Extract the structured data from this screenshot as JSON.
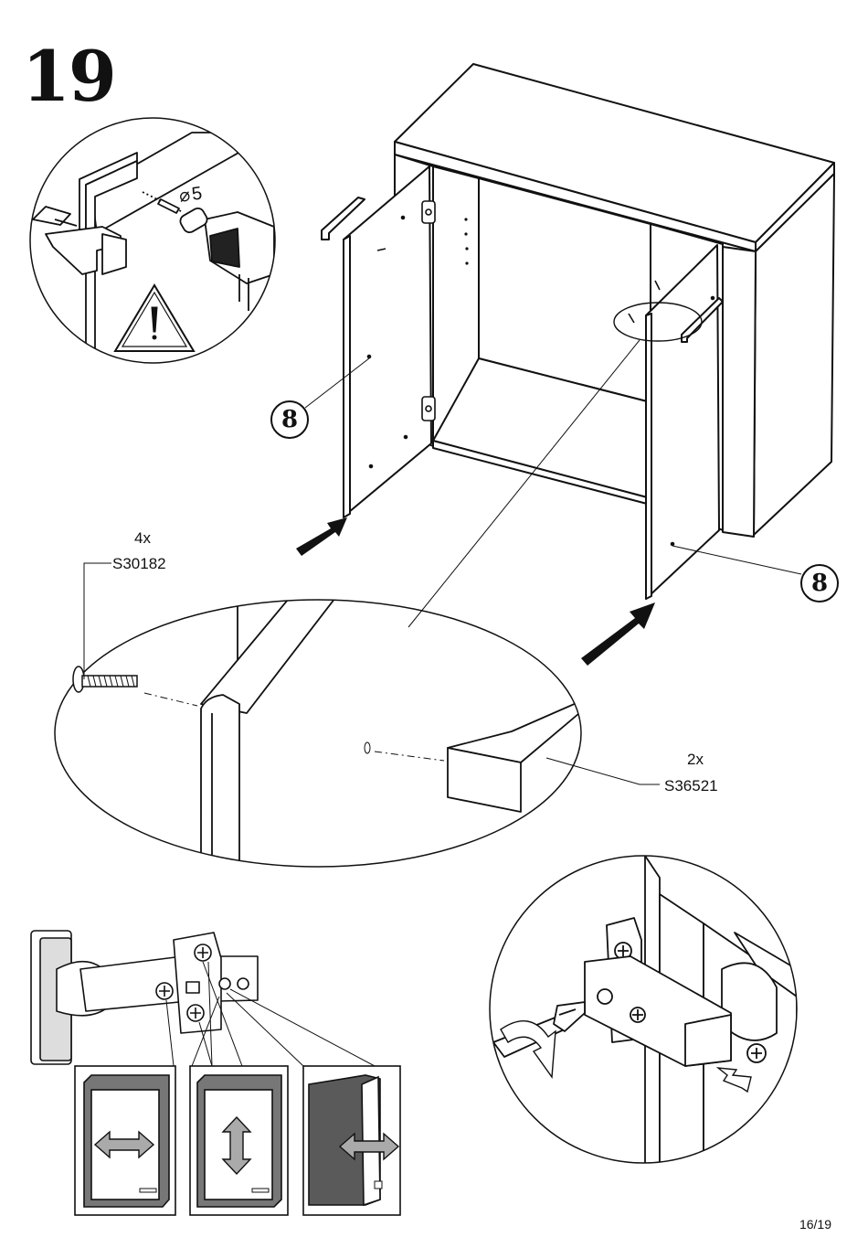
{
  "step": {
    "number": "19"
  },
  "drill": {
    "diameter_label": "⌀5"
  },
  "part_callouts": [
    {
      "number": "8"
    },
    {
      "number": "8"
    }
  ],
  "hardware": {
    "screw": {
      "quantity": "4x",
      "code": "S30182"
    },
    "bumper": {
      "quantity": "2x",
      "code": "S36521"
    }
  },
  "icons": [
    "warning-triangle-icon",
    "arrow-icon",
    "horizontal-adjust-icon",
    "vertical-adjust-icon",
    "depth-adjust-icon",
    "screwdriver-icon",
    "rotate-arrow-icon"
  ],
  "footer": {
    "page_number": "16/19"
  }
}
